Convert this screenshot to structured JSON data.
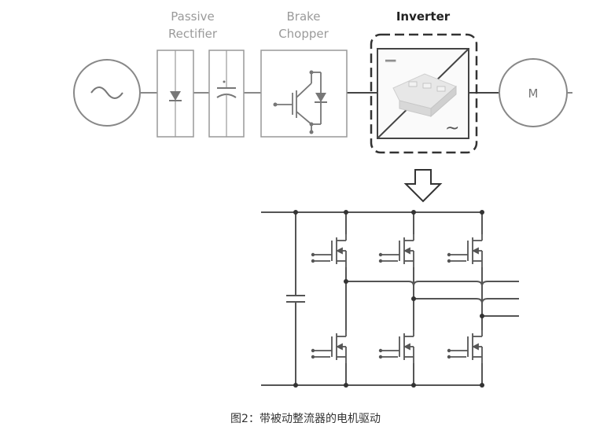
{
  "labels": {
    "passive_line1": "Passive",
    "passive_line2": "Rectifier",
    "brake_line1": "Brake",
    "brake_line2": "Chopper",
    "inverter": "Inverter",
    "motor": "M",
    "dc_symbol": "══",
    "ac_symbol": "~"
  },
  "caption": "图2：带被动整流器的电机驱动",
  "colors": {
    "line": "#888888",
    "circuit": "#555555",
    "label_gray": "#9a9a9a",
    "label_dark": "#222222"
  }
}
